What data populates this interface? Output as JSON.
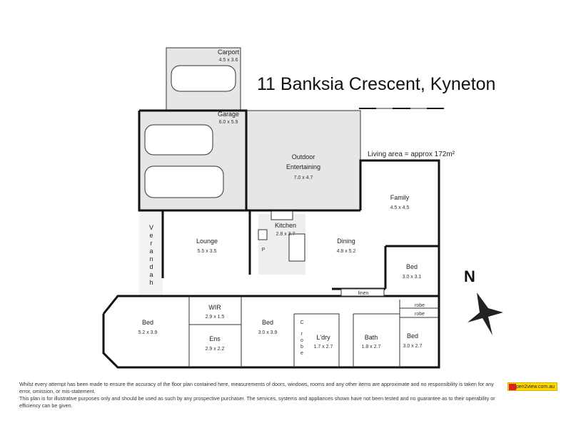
{
  "title": "11 Banksia Crescent, Kyneton",
  "living_area": "Living area = approx 172m²",
  "rooms": {
    "carport": {
      "label": "Carport",
      "dims": "4.5 x 3.6"
    },
    "garage": {
      "label": "Garage",
      "dims": "6.0 x 5.9"
    },
    "outdoor": {
      "label1": "Outdoor",
      "label2": "Entertaining",
      "dims": "7.0 x 4.7"
    },
    "family": {
      "label": "Family",
      "dims": "4.5 x 4.5"
    },
    "lounge": {
      "label": "Lounge",
      "dims": "5.5 x 3.5"
    },
    "kitchen": {
      "label": "Kitchen",
      "dims": "2.8 x 3.7"
    },
    "dining": {
      "label": "Dining",
      "dims": "4.8 x 5.2"
    },
    "bed_right": {
      "label": "Bed",
      "dims": "3.0 x 3.1"
    },
    "bed_master": {
      "label": "Bed",
      "dims": "5.2 x 3.9"
    },
    "wir": {
      "label": "WIR",
      "dims": "2.9 x 1.5"
    },
    "ens": {
      "label": "Ens",
      "dims": "2.9 x 2.2"
    },
    "bed_mid": {
      "label": "Bed",
      "dims": "3.0 x 3.9"
    },
    "laundry": {
      "label": "L'dry",
      "dims": "1.7 x 2.7"
    },
    "bath": {
      "label": "Bath",
      "dims": "1.8 x 2.7"
    },
    "bed_br": {
      "label": "Bed",
      "dims": "3.0 x 2.7"
    },
    "verandah": {
      "label": [
        "V",
        "e",
        "r",
        "a",
        "n",
        "d",
        "a",
        "h"
      ]
    },
    "linen": "linen",
    "robe1": "robe",
    "robe2": "robe",
    "robe_v": [
      "r",
      "o",
      "b",
      "e"
    ],
    "pantry": "P",
    "cupboard": "C"
  },
  "compass": {
    "north": "N"
  },
  "disclaimer": {
    "line1": "Whilst every attempt has been made to ensure the accuracy of the floor plan contained here, measurements of doors, windows, rooms and any other items are approximate and no responsibility is taken for any error, omission, or mis-statement.",
    "line2": "This plan is for illustrative purposes only and should be used as such by any prospective purchaser. The services, systems and appliances shown have not been tested and no guarantee as to their operability or efficiency can be given."
  },
  "logo": "open2view.com.au",
  "colors": {
    "shaded": "#e6e6e6",
    "wet": "#f0f0f0"
  }
}
